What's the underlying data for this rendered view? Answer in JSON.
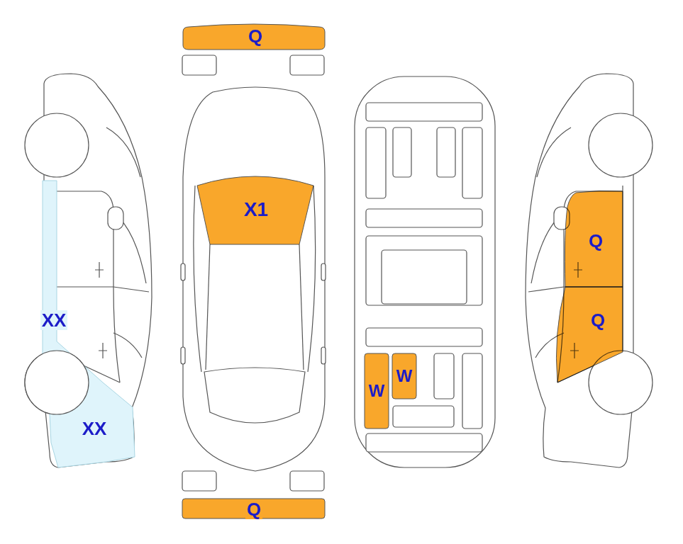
{
  "diagram": {
    "nodes": [
      {
        "text": [
          "Q"
        ]
      },
      {
        "text": [
          "XX",
          "XX"
        ]
      },
      {
        "text": [
          "X1"
        ]
      },
      {
        "text": [
          "W"
        ]
      },
      {
        "text": [
          "W"
        ]
      },
      {
        "text": [
          "Q"
        ]
      },
      {
        "text": [
          "Q"
        ]
      },
      {
        "text": [
          "Q"
        ]
      }
    ]
  }
}
